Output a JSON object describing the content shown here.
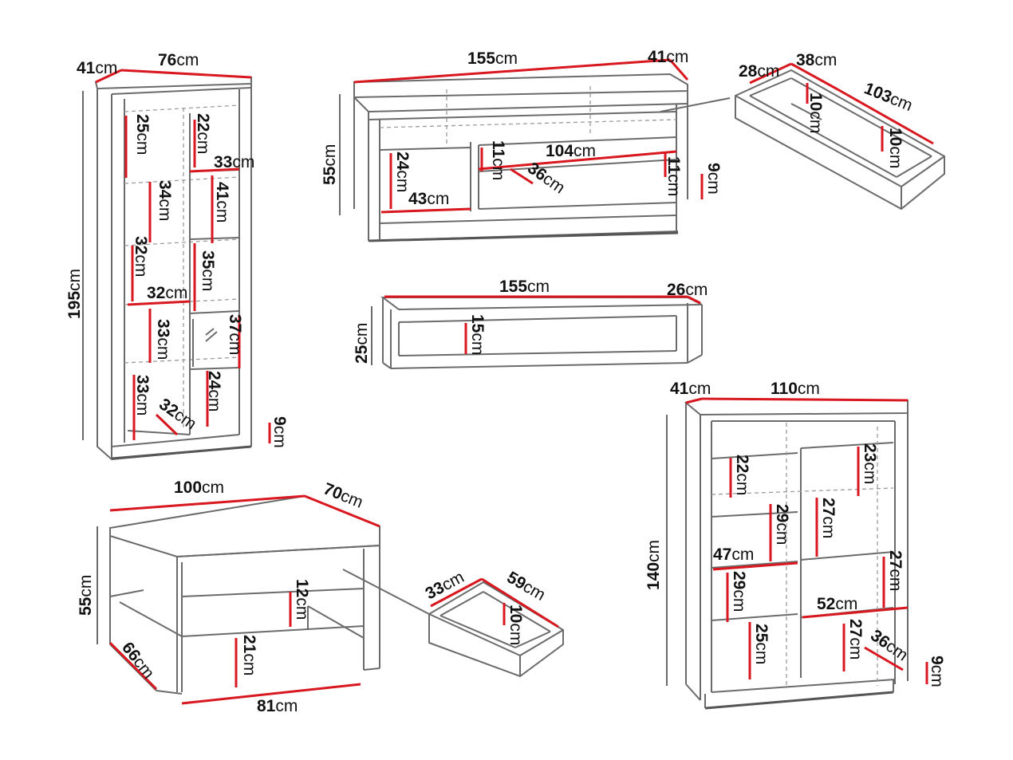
{
  "colors": {
    "dimension": "#d8171f",
    "outline": "#6b6b6b",
    "background": "#ffffff"
  },
  "unit": "cm",
  "furniture": {
    "tall_cabinet": {
      "width": "76",
      "depth": "41",
      "height": "195",
      "plinth": "9",
      "left_shelves": [
        "25",
        "34",
        "32",
        "33",
        "33"
      ],
      "left_inner_width": "32",
      "left_depth_inner": "32",
      "right_shelves": [
        "22",
        "41",
        "35",
        "37",
        "24"
      ],
      "right_inner_width": "33"
    },
    "tv_stand": {
      "width": "155",
      "depth": "41",
      "height": "55",
      "left_opening_height": "24",
      "left_opening_width": "43",
      "drawer_front_height": "11",
      "drawer_width": "104",
      "drawer_depth": "36",
      "right_height": "11",
      "plinth": "9"
    },
    "tv_drawer": {
      "depth": "28",
      "side": "38",
      "length": "103",
      "inner_height": "10",
      "height": "10"
    },
    "wall_shelf": {
      "width": "155",
      "depth": "26",
      "height": "25",
      "inner_height": "15"
    },
    "coffee_table": {
      "width": "100",
      "depth": "70",
      "height": "55",
      "leg_depth": "66",
      "drawer_height": "12",
      "clearance": "21",
      "inner_width": "81"
    },
    "coffee_drawer": {
      "width": "33",
      "length": "59",
      "height": "10"
    },
    "sideboard": {
      "width": "110",
      "depth": "41",
      "height": "140",
      "left_top": "22",
      "left_mid": "29",
      "left_inner_width": "47",
      "left_lower": "29",
      "left_bottom": "25",
      "right_top": "23",
      "right_mid": "27",
      "right_upper_side": "27",
      "right_inner_width": "52",
      "right_bottom": "27",
      "inner_depth": "36",
      "plinth": "9"
    }
  }
}
